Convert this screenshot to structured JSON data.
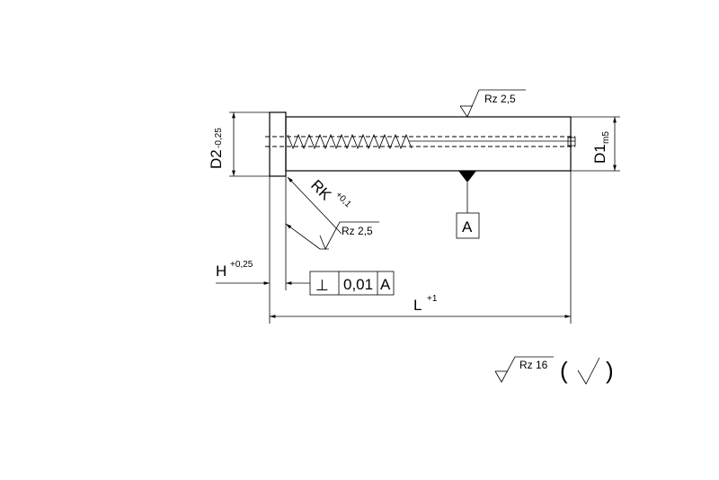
{
  "labels": {
    "surface_top": "Rz 2,5",
    "surface_head": "Rz 2,5",
    "surface_general": "Rz 16",
    "datum": "A",
    "d1": "D1",
    "d1_tol": "m5",
    "d2": "D2",
    "d2_tol": "-0,25",
    "rk": "RK",
    "rk_tol": "+0,1",
    "h": "H",
    "h_tol": "+0,25",
    "l": "L",
    "l_tol": "+1",
    "perp_symbol": "⊥",
    "perp_value": "0,01",
    "perp_datum": "A",
    "bracket_open": "(",
    "bracket_close": ")"
  }
}
